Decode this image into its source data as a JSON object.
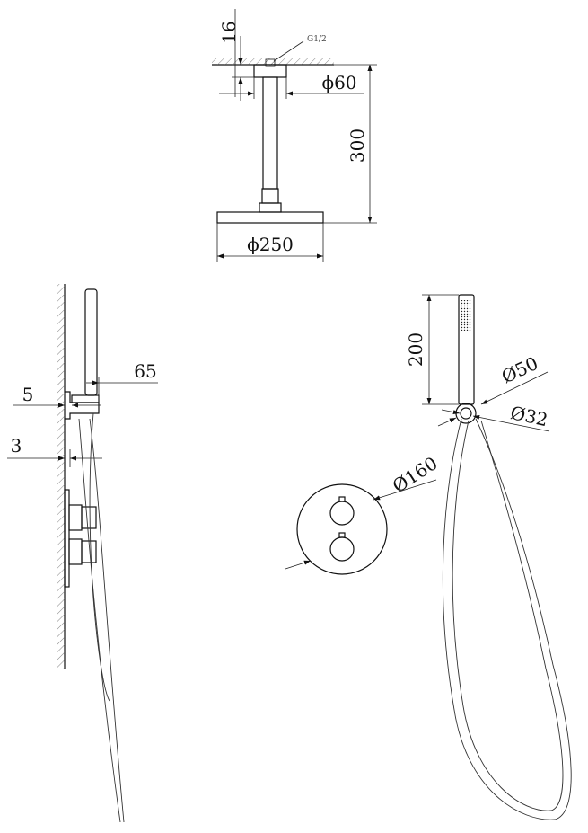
{
  "top_view": {
    "dim_flange_height": "16",
    "thread_label": "G1/2",
    "dim_flange_diameter": "ϕ60",
    "dim_arm_length": "300",
    "dim_head_diameter": "ϕ250"
  },
  "side_view": {
    "dim_holder_depth": "65",
    "dim_holder_base": "5",
    "dim_plate_thickness": "3"
  },
  "front_view": {
    "dim_handshower_length": "200",
    "dim_outlet_outer": "Ø50",
    "dim_outlet_inner": "Ø32",
    "dim_plate_diameter": "Ø160"
  }
}
